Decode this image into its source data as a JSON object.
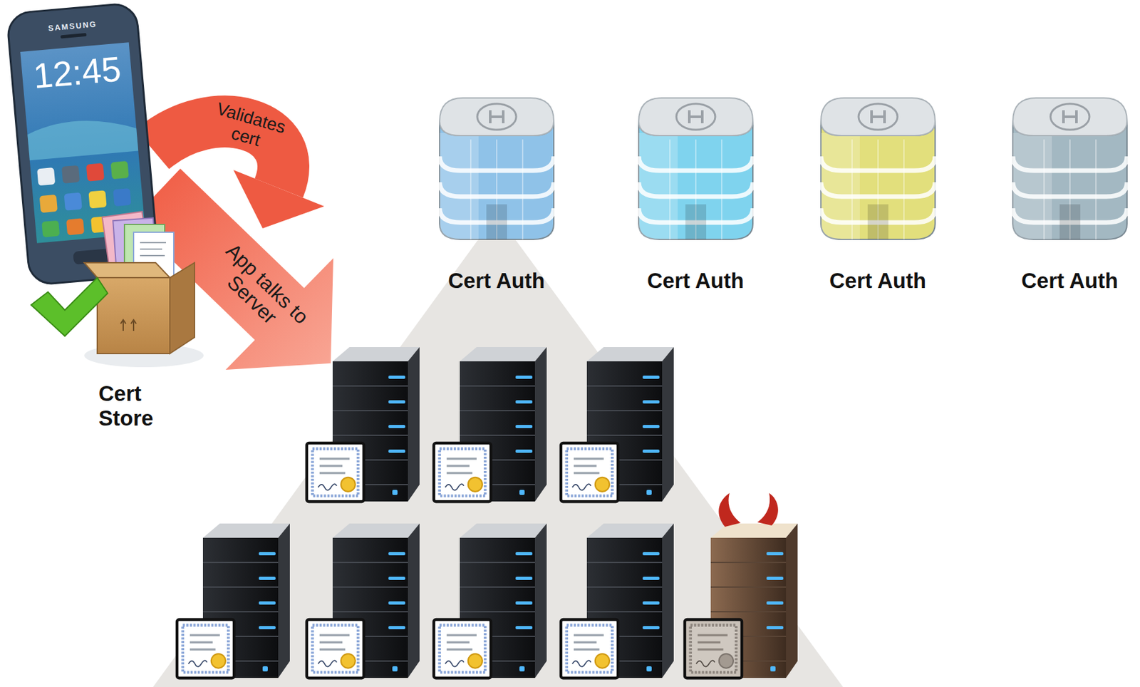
{
  "diagram": {
    "nodes": [
      {
        "text": [
          "Cert Auth"
        ]
      },
      {
        "text": [
          "Cert Auth"
        ]
      },
      {
        "text": [
          "Cert Auth"
        ]
      },
      {
        "text": [
          "Cert Auth"
        ]
      },
      {
        "text": [
          "Cert Store"
        ]
      }
    ],
    "labels": [
      "SAMSUNG",
      "12:45",
      "Validates cert",
      "App talks to Server"
    ]
  }
}
